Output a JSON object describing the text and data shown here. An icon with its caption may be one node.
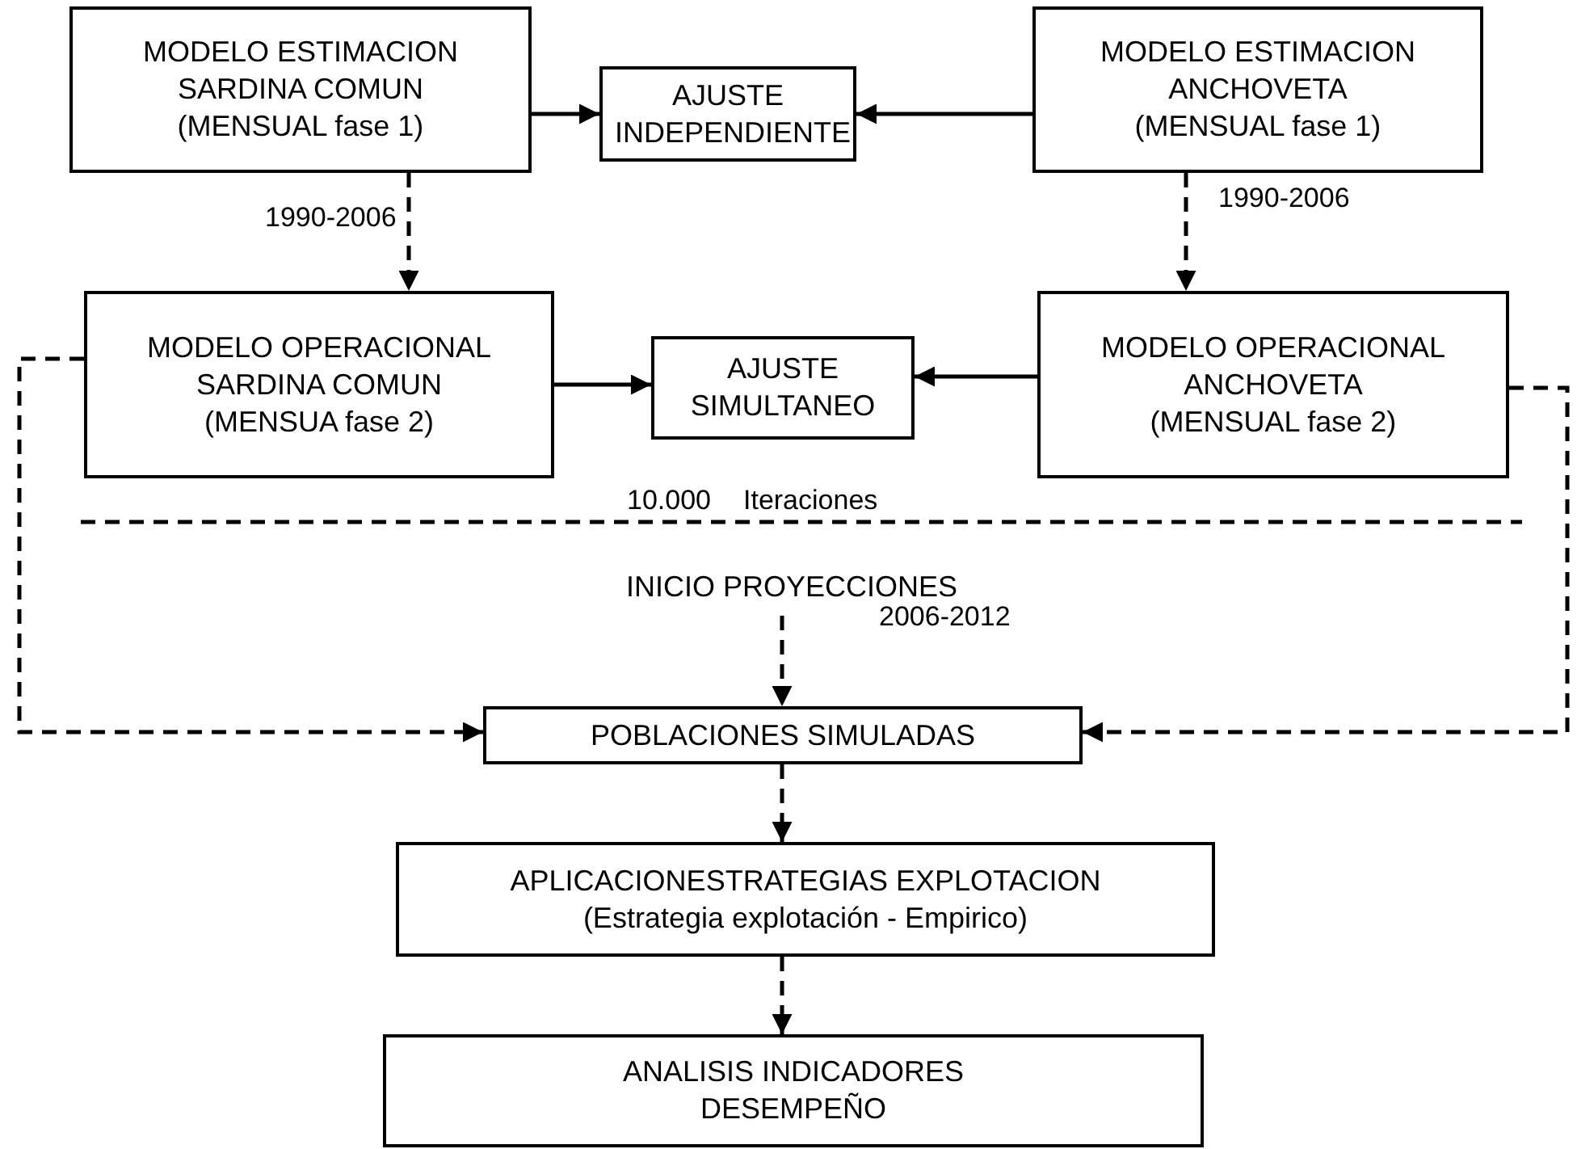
{
  "diagram": {
    "nodes": [
      {
        "text": [
          "MODELO ESTIMACION SARDINA COMUN",
          "(MENSUAL fase 1)"
        ]
      },
      {
        "text": [
          "AJUSTE INDEPENDIENTE"
        ]
      },
      {
        "text": [
          "MODELO ESTIMACION ANCHOVETA",
          "(MENSUAL fase 1)"
        ]
      },
      {
        "text": [
          "MODELO OPERACIONAL SARDINA COMUN",
          "(MENSUA fase 2)"
        ]
      },
      {
        "text": [
          "AJUSTE SIMULTANEO"
        ]
      },
      {
        "text": [
          "MODELO OPERACIONAL ANCHOVETA",
          "(MENSUAL fase 2)"
        ]
      },
      {
        "text": [
          "INICIO PROYECCIONES"
        ]
      },
      {
        "text": [
          "POBLACIONES SIMULADAS"
        ]
      },
      {
        "text": [
          "APLICACIONESTRATEGIAS EXPLOTACION",
          "(Estrategia explotación - Empirico)"
        ]
      },
      {
        "text": [
          "ANALISIS INDICADORES DESEMPEÑO"
        ]
      }
    ],
    "edges": [
      {
        "from": 0,
        "to": 1,
        "arrow": "to"
      },
      {
        "from": 2,
        "to": 1,
        "arrow": "to"
      },
      {
        "from": 0,
        "to": 3,
        "arrow": "to",
        "style": "dashed",
        "label": "1990-2006"
      },
      {
        "from": 2,
        "to": 5,
        "arrow": "to",
        "style": "dashed",
        "label": "1990-2006"
      },
      {
        "from": 3,
        "to": 4,
        "arrow": "to"
      },
      {
        "from": 5,
        "to": 4,
        "arrow": "to"
      },
      {
        "from": 3,
        "to": 7,
        "arrow": "to",
        "style": "dashed"
      },
      {
        "from": 5,
        "to": 7,
        "arrow": "to",
        "style": "dashed"
      },
      {
        "from": 6,
        "to": 7,
        "arrow": "to",
        "style": "dashed",
        "label": "2006-2012"
      },
      {
        "from": 7,
        "to": 8,
        "arrow": "to",
        "style": "dashed"
      },
      {
        "from": 8,
        "to": 9,
        "arrow": "to",
        "style": "dashed"
      }
    ],
    "labels": [
      "10.000",
      "Iteraciones"
    ]
  }
}
